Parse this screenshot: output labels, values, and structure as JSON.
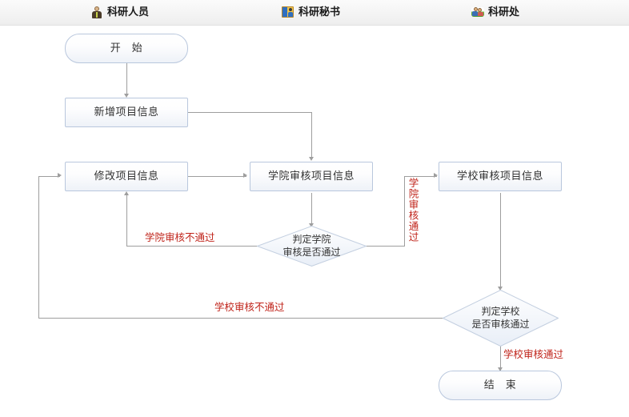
{
  "header": {
    "roles": [
      {
        "label": "科研人员",
        "icon": "researcher-icon"
      },
      {
        "label": "科研秘书",
        "icon": "secretary-icon"
      },
      {
        "label": "科研处",
        "icon": "office-icon"
      }
    ]
  },
  "flow": {
    "nodes": {
      "start": "开　始",
      "add_project": "新增项目信息",
      "modify_project": "修改项目信息",
      "college_review": "学院审核项目信息",
      "school_review": "学校审核项目信息",
      "decide_college": "判定学院\n审核是否通过",
      "decide_college_line1": "判定学院",
      "decide_college_line2": "审核是否通过",
      "decide_school_line1": "判定学校",
      "decide_school_line2": "是否审核通过",
      "end": "结　束"
    },
    "edge_labels": {
      "college_reject": "学院审核不通过",
      "college_pass": "学院审核通过",
      "school_reject": "学校审核不通过",
      "school_pass": "学校审核通过"
    }
  },
  "colors": {
    "node_border": "#b9c7dd",
    "node_text": "#333333",
    "connector": "#9e9e9e",
    "label_red": "#c0241b",
    "header_bg": "#f4f4f4",
    "canvas_bg": "#ffffff"
  }
}
